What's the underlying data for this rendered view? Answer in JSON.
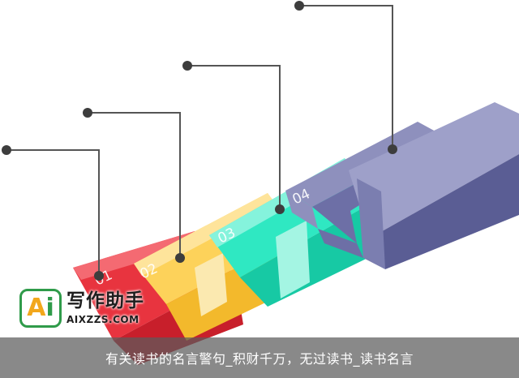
{
  "steps": [
    {
      "label": "01",
      "color": "#e8343f"
    },
    {
      "label": "02",
      "color": "#fdd25a"
    },
    {
      "label": "03",
      "color": "#2fe8c2"
    },
    {
      "label": "04",
      "color": "#5a5d94"
    }
  ],
  "logo": {
    "letter_a": "A",
    "letter_i": "i",
    "title": "写作助手",
    "subtitle": "AIXZZS.COM"
  },
  "caption": "有关读书的名言警句_积财千万，无过读书_读书名言"
}
